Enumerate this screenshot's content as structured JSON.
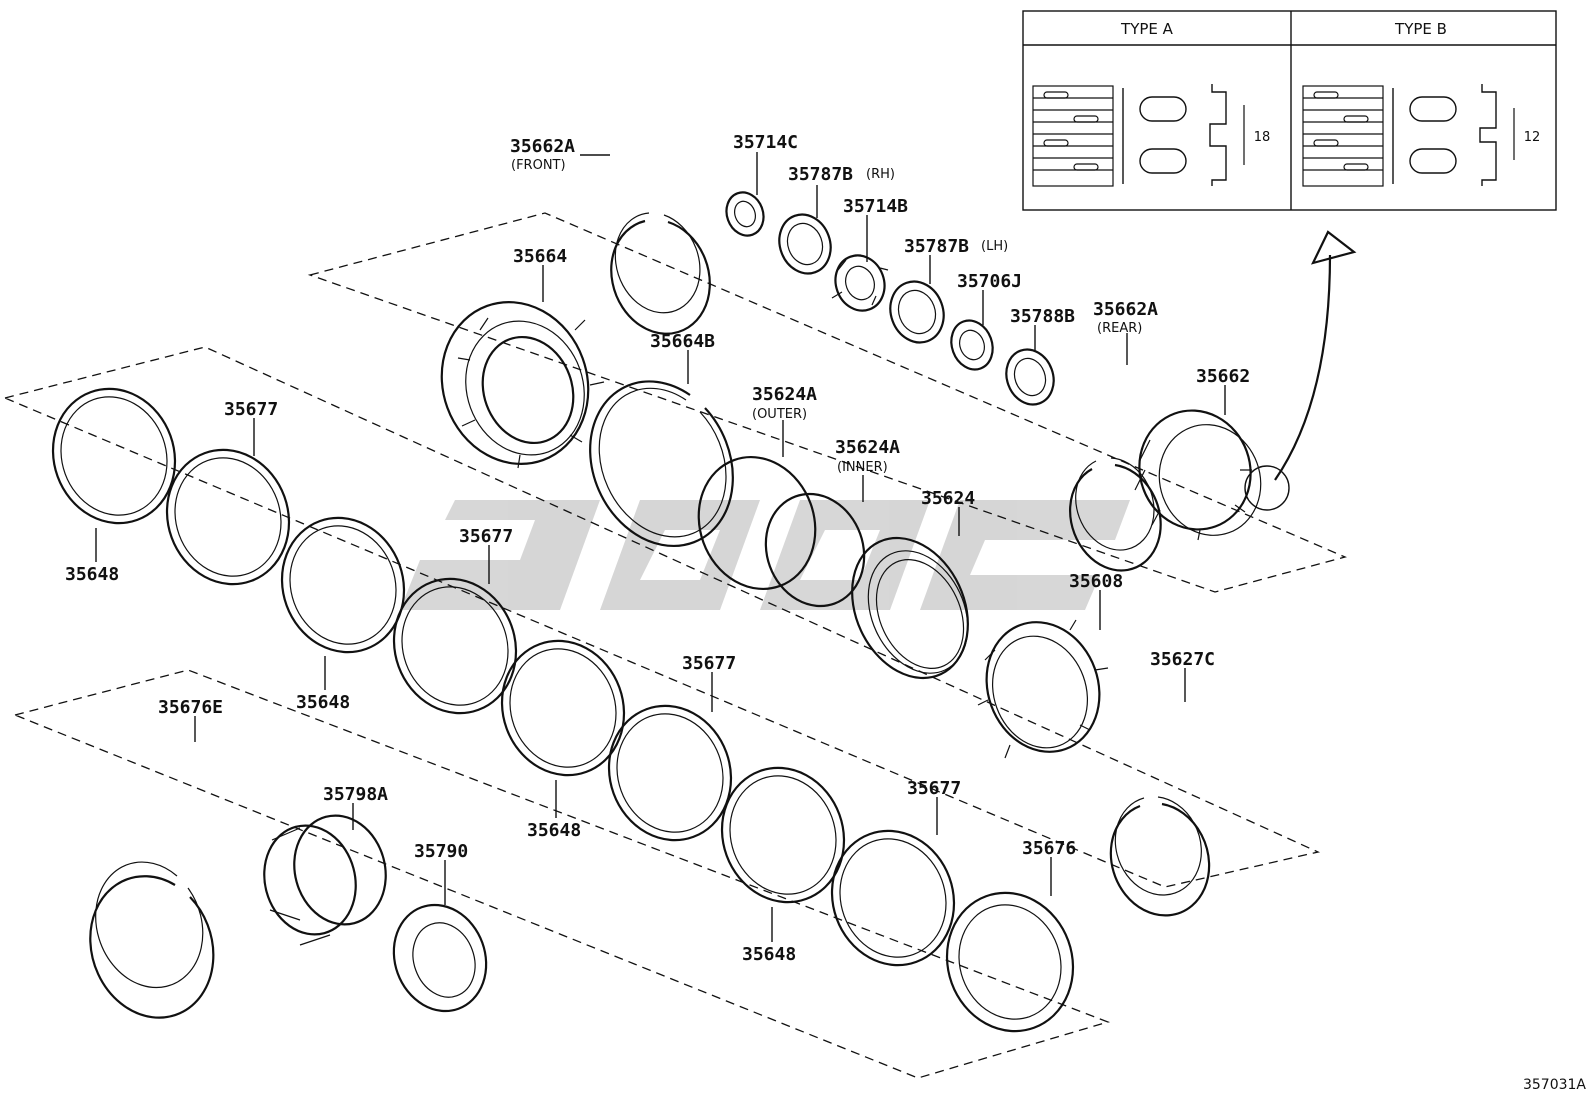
{
  "diagram_code": "357031A",
  "watermark_text": "",
  "inset": {
    "type_a": {
      "title": "TYPE A",
      "dimension": "18"
    },
    "type_b": {
      "title": "TYPE B",
      "dimension": "12"
    }
  },
  "labels": [
    {
      "id": "lbl-35662a-front",
      "text": "35662A",
      "sub": "(FRONT)"
    },
    {
      "id": "lbl-35714c",
      "text": "35714C",
      "sub": ""
    },
    {
      "id": "lbl-35787b-rh",
      "text": "35787B",
      "sub": "(RH)"
    },
    {
      "id": "lbl-35714b",
      "text": "35714B",
      "sub": ""
    },
    {
      "id": "lbl-35787b-lh",
      "text": "35787B",
      "sub": "(LH)"
    },
    {
      "id": "lbl-35706j",
      "text": "35706J",
      "sub": ""
    },
    {
      "id": "lbl-35788b",
      "text": "35788B",
      "sub": ""
    },
    {
      "id": "lbl-35662a-rear",
      "text": "35662A",
      "sub": "(REAR)"
    },
    {
      "id": "lbl-35662",
      "text": "35662",
      "sub": ""
    },
    {
      "id": "lbl-35664",
      "text": "35664",
      "sub": ""
    },
    {
      "id": "lbl-35664b",
      "text": "35664B",
      "sub": ""
    },
    {
      "id": "lbl-35624a-outer",
      "text": "35624A",
      "sub": "(OUTER)"
    },
    {
      "id": "lbl-35624a-inner",
      "text": "35624A",
      "sub": "(INNER)"
    },
    {
      "id": "lbl-35624",
      "text": "35624",
      "sub": ""
    },
    {
      "id": "lbl-35608",
      "text": "35608",
      "sub": ""
    },
    {
      "id": "lbl-35627c",
      "text": "35627C",
      "sub": ""
    },
    {
      "id": "lbl-35677-1",
      "text": "35677",
      "sub": ""
    },
    {
      "id": "lbl-35648-1",
      "text": "35648",
      "sub": ""
    },
    {
      "id": "lbl-35677-2",
      "text": "35677",
      "sub": ""
    },
    {
      "id": "lbl-35648-2",
      "text": "35648",
      "sub": ""
    },
    {
      "id": "lbl-35677-3",
      "text": "35677",
      "sub": ""
    },
    {
      "id": "lbl-35648-3",
      "text": "35648",
      "sub": ""
    },
    {
      "id": "lbl-35677-4",
      "text": "35677",
      "sub": ""
    },
    {
      "id": "lbl-35648-4",
      "text": "35648",
      "sub": ""
    },
    {
      "id": "lbl-35676",
      "text": "35676",
      "sub": ""
    },
    {
      "id": "lbl-35676e",
      "text": "35676E",
      "sub": ""
    },
    {
      "id": "lbl-35798a",
      "text": "35798A",
      "sub": ""
    },
    {
      "id": "lbl-35790",
      "text": "35790",
      "sub": ""
    }
  ]
}
